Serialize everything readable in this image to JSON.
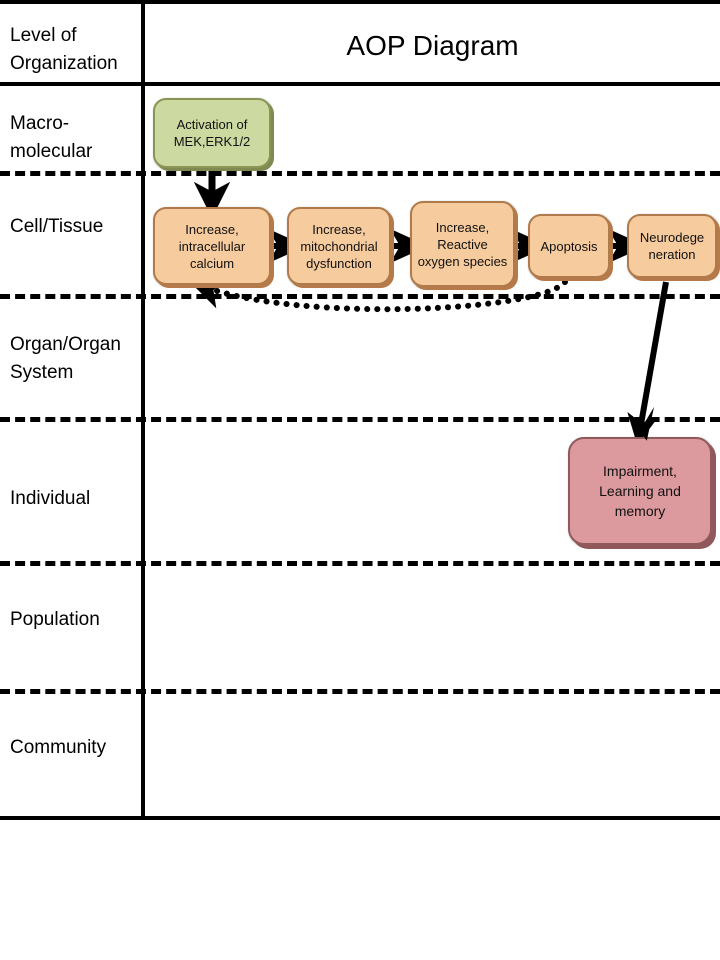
{
  "header": {
    "corner_label": "Level of Organization",
    "title": "AOP Diagram"
  },
  "rows": [
    {
      "id": "macro-molecular",
      "label": "Macro-molecular"
    },
    {
      "id": "cell-tissue",
      "label": "Cell/Tissue"
    },
    {
      "id": "organ-organ-system",
      "label": "Organ/Organ System"
    },
    {
      "id": "individual",
      "label": "Individual"
    },
    {
      "id": "population",
      "label": "Population"
    },
    {
      "id": "community",
      "label": "Community"
    }
  ],
  "nodes": {
    "mie": {
      "label": "Activation of MEK,ERK1/2",
      "color": "#ccd9a0",
      "row": "macro-molecular"
    },
    "ke1": {
      "label": "Increase, intracellular calcium",
      "color": "#f6cb9d",
      "row": "cell-tissue"
    },
    "ke2": {
      "label": "Increase, mitochondrial dysfunction",
      "color": "#f6cb9d",
      "row": "cell-tissue"
    },
    "ke3": {
      "label": "Increase, Reactive oxygen species",
      "color": "#f6cb9d",
      "row": "cell-tissue"
    },
    "ke4": {
      "label": "Apoptosis",
      "color": "#f6cb9d",
      "row": "cell-tissue"
    },
    "ke5": {
      "label": "Neurodege neration",
      "color": "#f6cb9d",
      "row": "cell-tissue"
    },
    "ao": {
      "label": "Impairment, Learning and memory",
      "color": "#dd9a9e",
      "row": "individual"
    }
  },
  "edges": [
    {
      "from": "mie",
      "to": "ke1",
      "style": "solid"
    },
    {
      "from": "ke1",
      "to": "ke2",
      "style": "solid"
    },
    {
      "from": "ke2",
      "to": "ke3",
      "style": "solid"
    },
    {
      "from": "ke3",
      "to": "ke4",
      "style": "solid"
    },
    {
      "from": "ke4",
      "to": "ke5",
      "style": "solid"
    },
    {
      "from": "ke5",
      "to": "ao",
      "style": "solid"
    },
    {
      "from": "ke4",
      "to": "ke1",
      "style": "dotted"
    }
  ],
  "colors": {
    "line": "#000000",
    "green_fill": "#ccd9a0",
    "orange_fill": "#f6cb9d",
    "pink_fill": "#dd9a9e",
    "background": "#ffffff"
  }
}
